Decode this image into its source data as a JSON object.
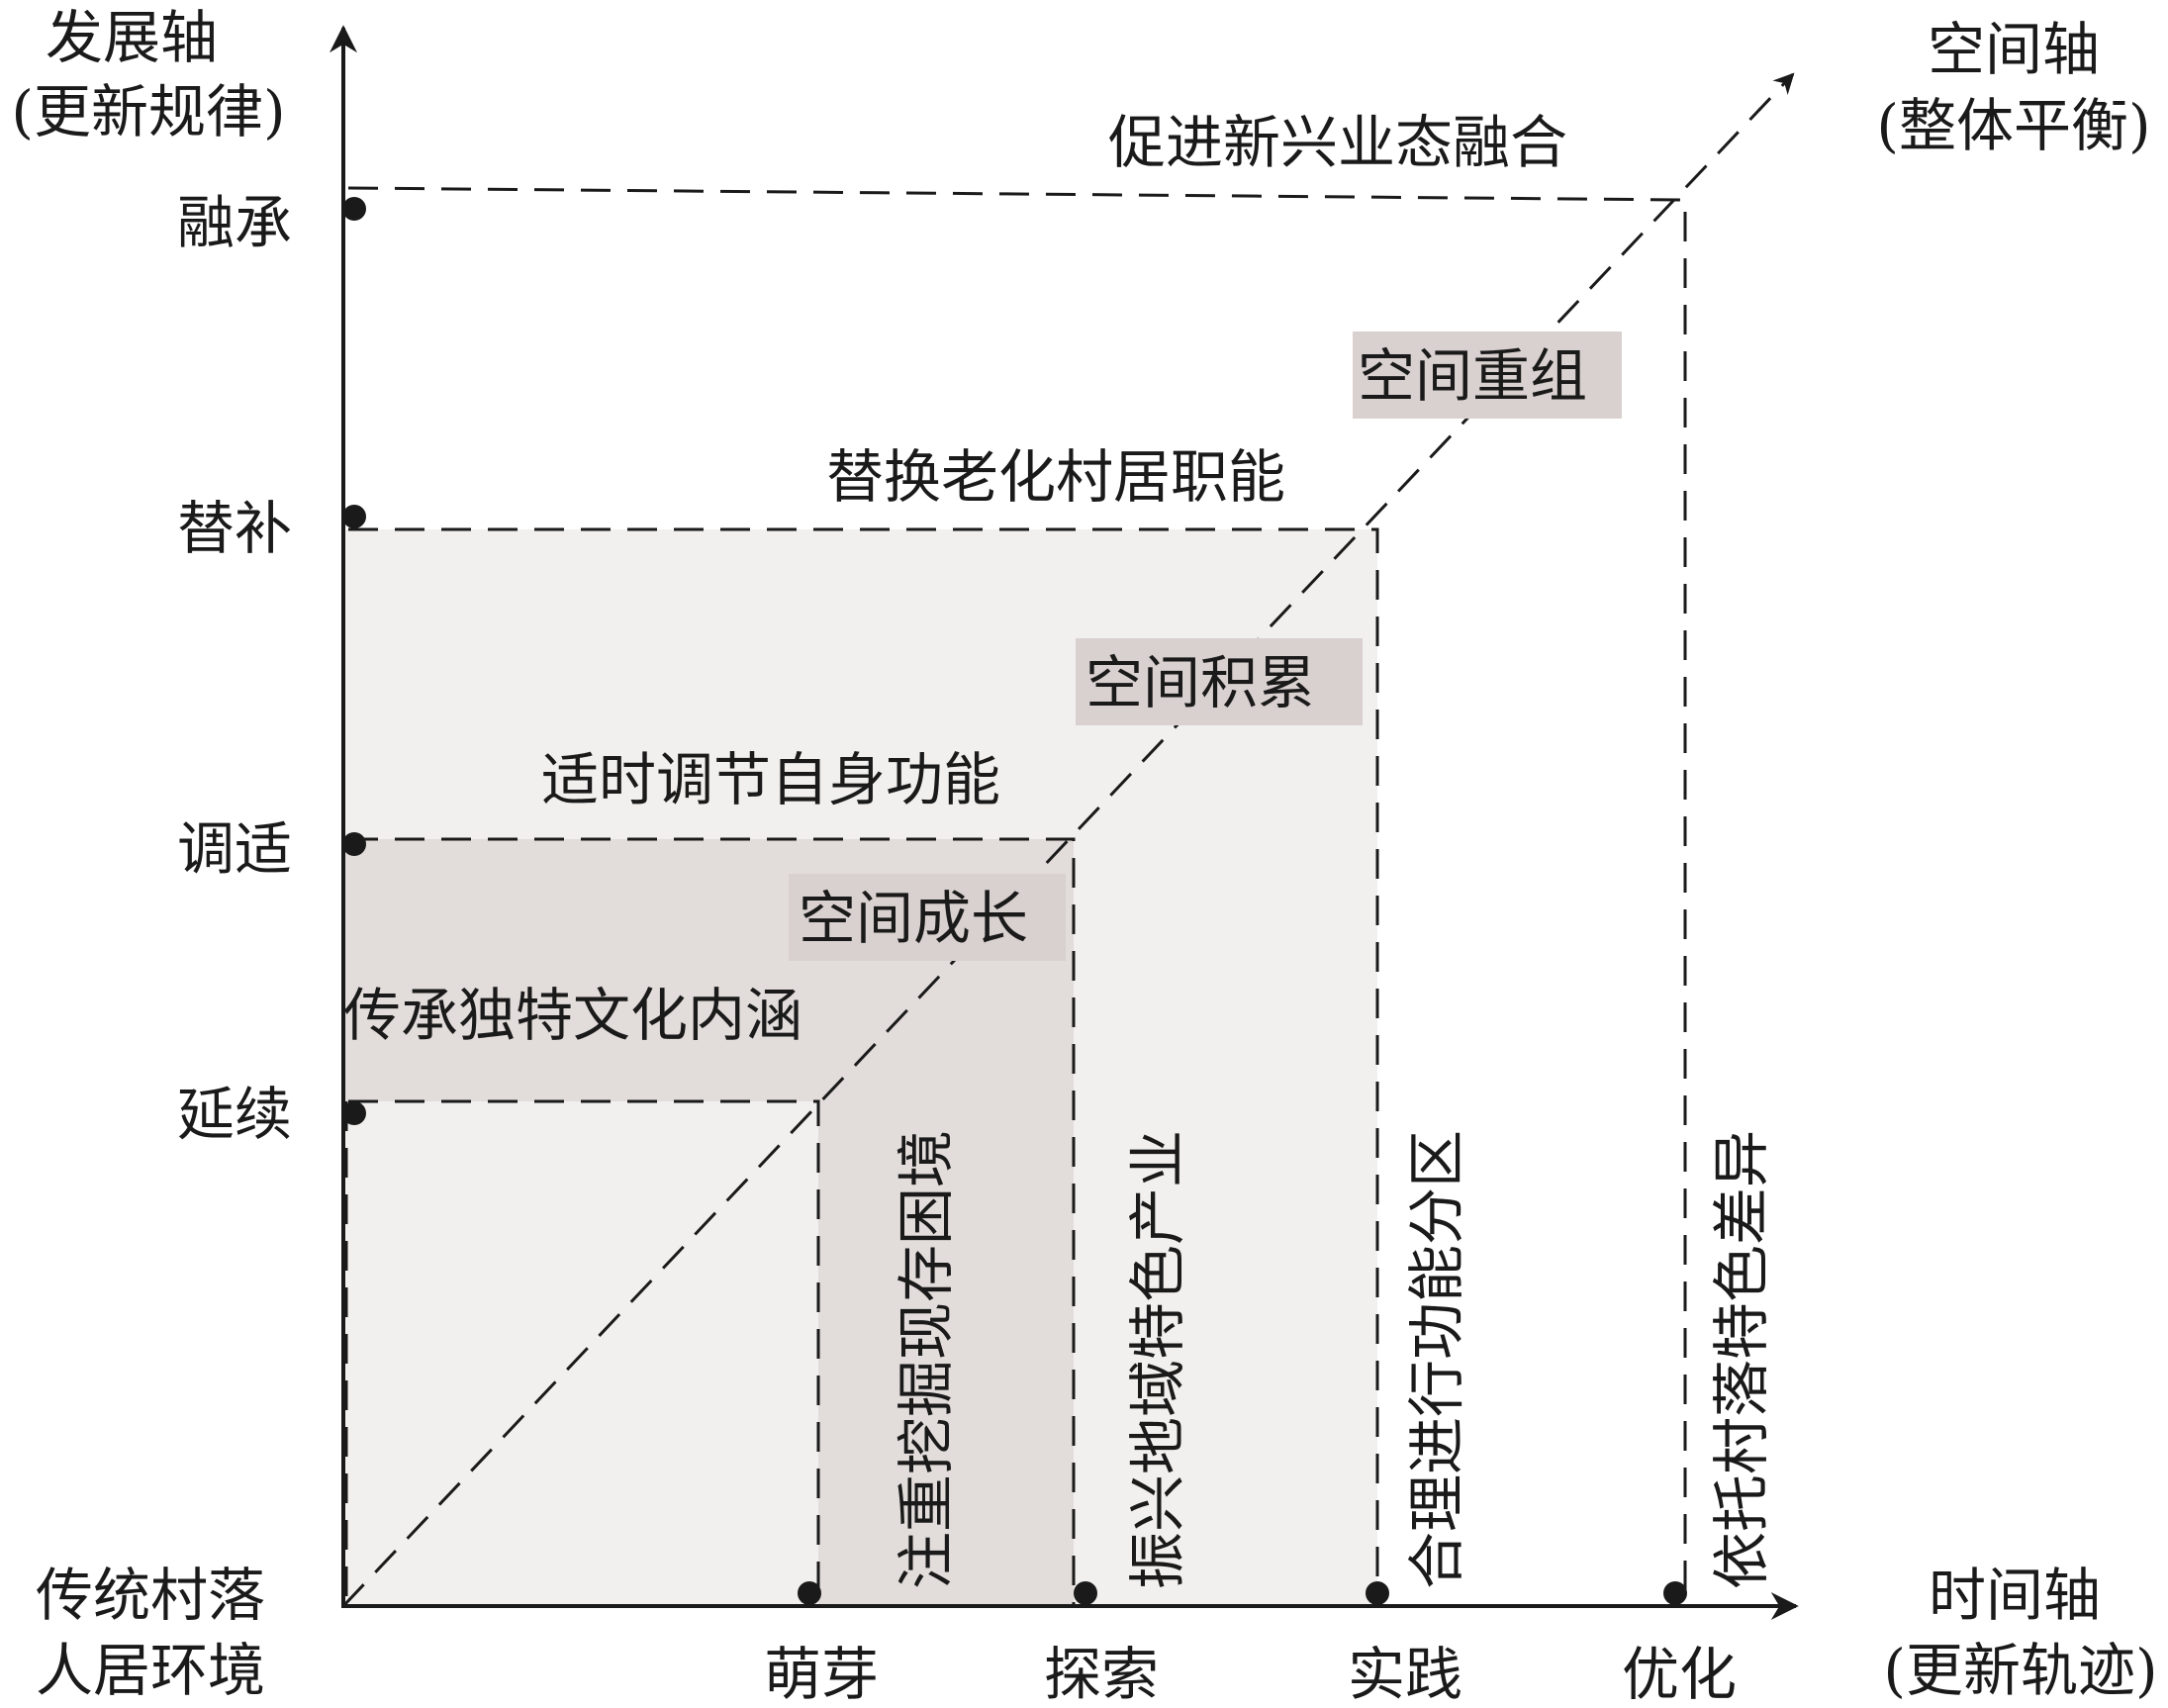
{
  "axes": {
    "y": {
      "name": "发展轴",
      "sub": "(更新规律)"
    },
    "diag": {
      "name": "空间轴",
      "sub": "(整体平衡)"
    },
    "x": {
      "name": "时间轴",
      "sub": "(更新轨迹)"
    },
    "origin": {
      "line1": "传统村落",
      "line2": "人居环境"
    }
  },
  "y_levels": [
    "延续",
    "调适",
    "替补",
    "融承"
  ],
  "x_levels": [
    "萌芽",
    "探索",
    "实践",
    "优化"
  ],
  "horizontal_labels": [
    "传承独特文化内涵",
    "适时调节自身功能",
    "替换老化村居职能",
    "促进新兴业态融合"
  ],
  "vertical_labels": [
    "注重挖掘现存困境",
    "振兴地域特色产业",
    "合理进行功能分区",
    "依托村落特色差异"
  ],
  "space_labels": [
    "空间成长",
    "空间积累",
    "空间重组"
  ],
  "colors": {
    "stroke": "#1a1a1a",
    "region_light": "#f2f0ef",
    "region_mid": "#e2dcda",
    "label_bg": "#d9d1cf"
  }
}
